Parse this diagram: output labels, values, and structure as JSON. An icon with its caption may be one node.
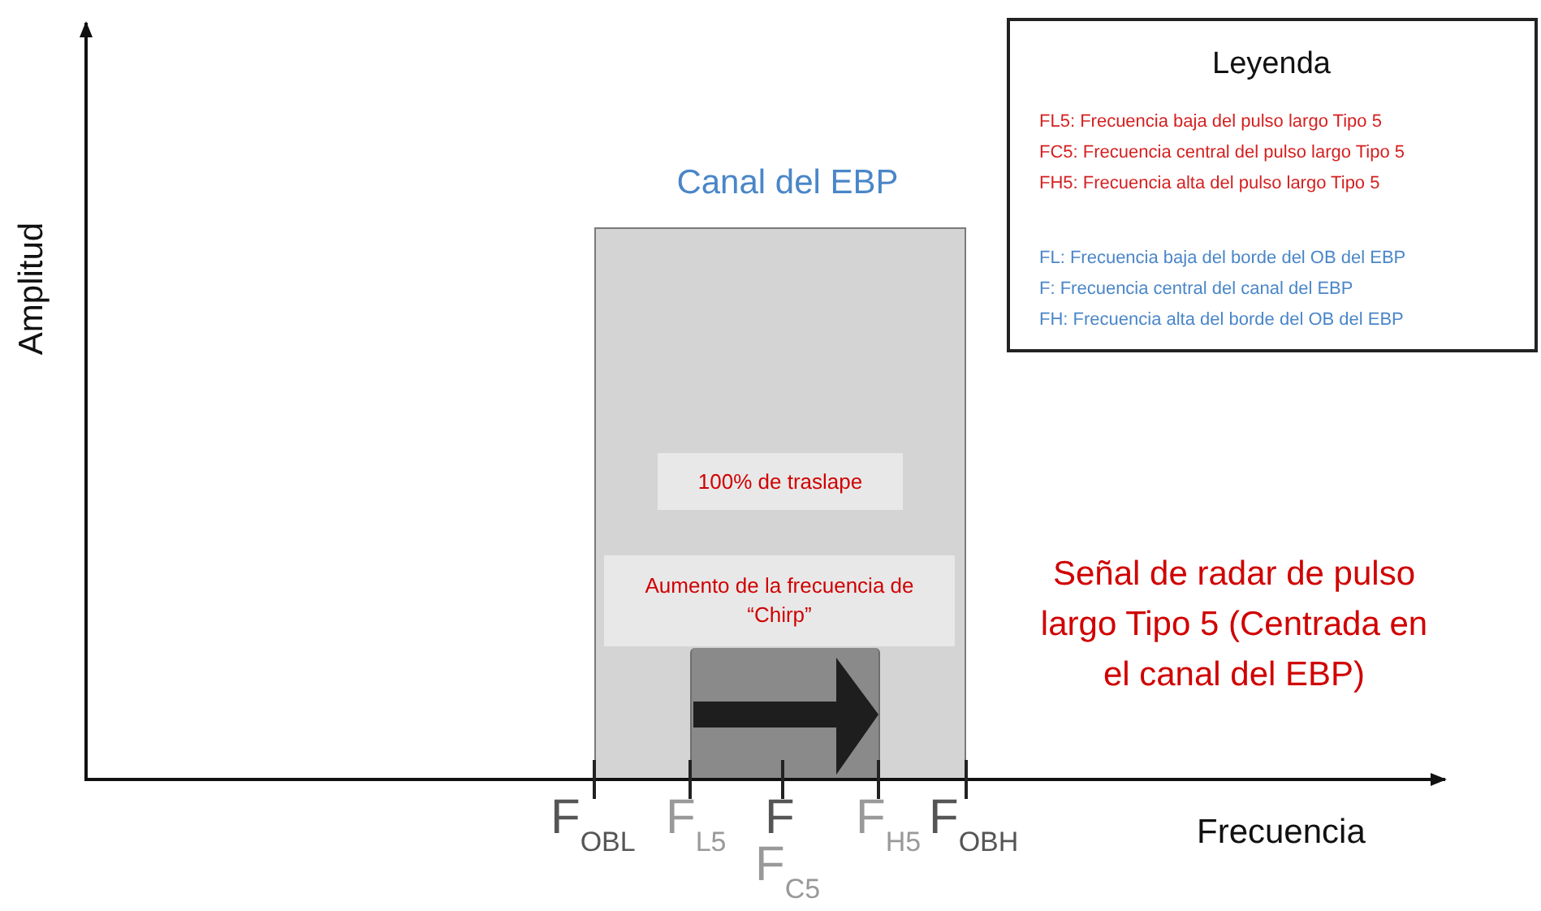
{
  "diagram": {
    "nodes": [
      {
        "text": [
          "Canal del EBP"
        ]
      },
      {
        "text": [],
        "shape": "box",
        "in": 0
      }
    ],
    "edges": [],
    "labels": [
      "Amplitud",
      "Leyenda",
      "100% de traslape",
      "Aumento de la frecuencia de “Chirp”",
      "Señal de radar de pulso largo Tipo 5 (Centrada en el canal del EBP)",
      "F$_{OBL}$",
      "F$_{L5}$",
      "F",
      "F$_{C5}$",
      "F$_{H5}$",
      "F$_{OBH}$",
      "Frecuencia"
    ],
    "legend": [
      {
        "text": "FL5: Frecuencia baja del pulso largo Tipo 5",
        "color": "#d42020"
      },
      {
        "text": "FC5: Frecuencia central del pulso largo Tipo 5",
        "color": "#d42020"
      },
      {
        "text": "FH5: Frecuencia alta del pulso largo Tipo 5",
        "color": "#d42020"
      },
      {
        "text": "FL: Frecuencia baja del borde del OB del EBP",
        "color": "#4a86c8"
      },
      {
        "text": "F: Frecuencia central del canal del EBP",
        "color": "#4a86c8"
      },
      {
        "text": "FH: Frecuencia alta del borde del OB del EBP",
        "color": "#4a86c8"
      }
    ]
  }
}
